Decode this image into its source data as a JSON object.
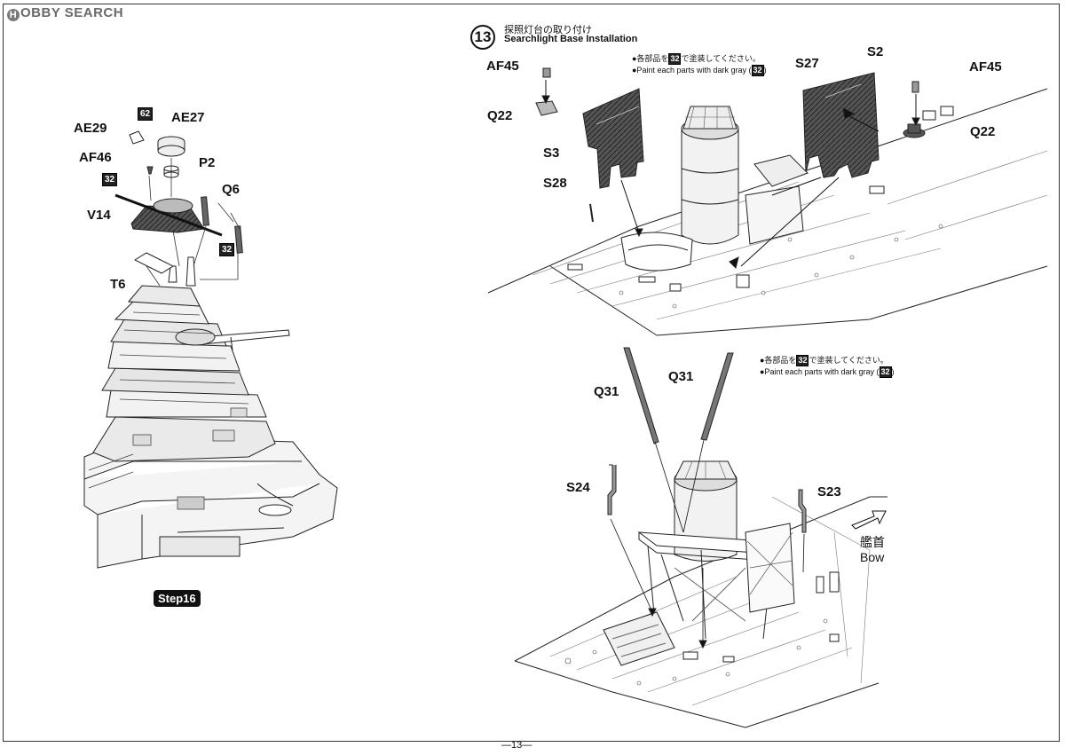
{
  "header": {
    "logo_initial": "H",
    "logo_text": "OBBY SEARCH"
  },
  "step13": {
    "number": "13",
    "title_jp": "探照灯台の取り付け",
    "title_en": "Searchlight Base Installation",
    "note_top": {
      "jp_prefix": "●各部品を",
      "color_code": "32",
      "jp_suffix": "で塗装してください。",
      "en_prefix": "●Paint each parts with dark gray (",
      "en_suffix": ")"
    },
    "note_bottom": {
      "jp_prefix": "●各部品を",
      "color_code": "32",
      "jp_suffix": "で塗装してください。",
      "en_prefix": "●Paint each parts with dark gray (",
      "en_suffix": ")"
    },
    "parts_top": [
      "AF45",
      "Q22",
      "S3",
      "S28",
      "S27",
      "S2",
      "AF45",
      "Q22"
    ],
    "parts_bottom": [
      "Q31",
      "Q31",
      "S24",
      "S23"
    ],
    "bow_jp": "艦首",
    "bow_en": "Bow"
  },
  "left": {
    "parts": [
      "AE29",
      "AE27",
      "AF46",
      "P2",
      "Q6",
      "V14",
      "T6"
    ],
    "color_codes": [
      "62",
      "32",
      "32"
    ],
    "step_label": "Step16"
  },
  "footer": {
    "page": "—13—"
  }
}
